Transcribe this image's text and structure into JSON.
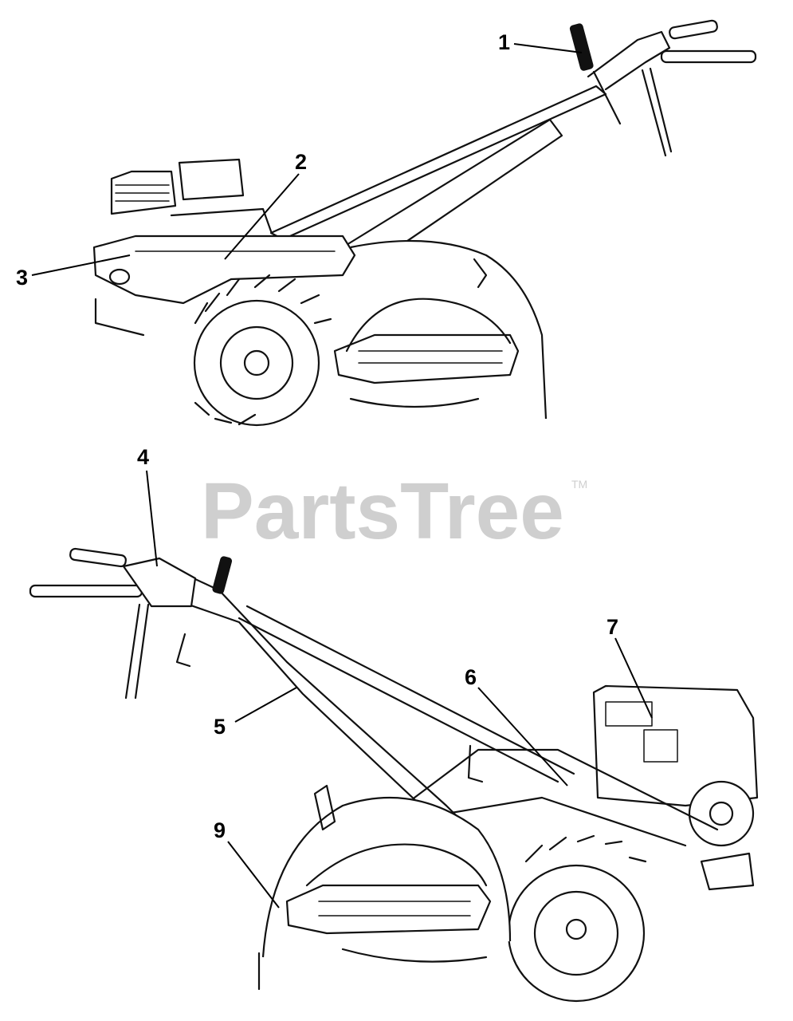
{
  "watermark": {
    "text": "PartsTree",
    "trademark": "TM"
  },
  "callouts": [
    {
      "id": "1",
      "label": "1"
    },
    {
      "id": "2",
      "label": "2"
    },
    {
      "id": "3",
      "label": "3"
    },
    {
      "id": "4",
      "label": "4"
    },
    {
      "id": "5",
      "label": "5"
    },
    {
      "id": "6",
      "label": "6"
    },
    {
      "id": "7",
      "label": "7"
    },
    {
      "id": "9",
      "label": "9"
    }
  ]
}
